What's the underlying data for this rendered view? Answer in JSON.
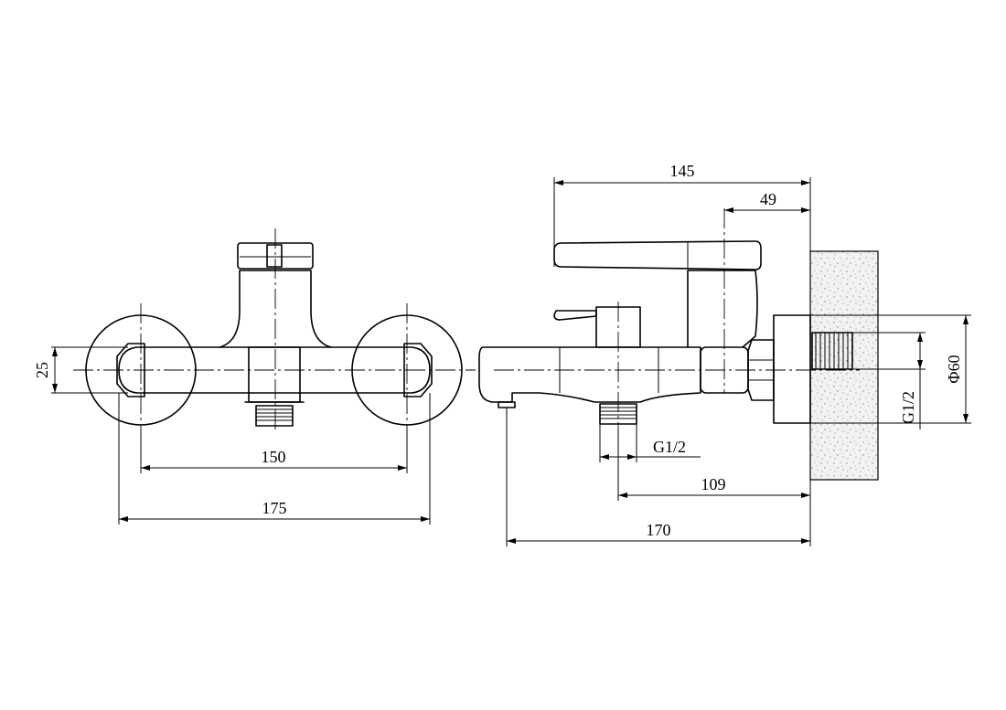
{
  "dimensions": {
    "front_height": "25",
    "front_centers": "150",
    "front_width": "175",
    "side_handle_reach": "145",
    "side_handle_offset": "49",
    "side_inlet_thread": "G1/2",
    "side_diverter_distance": "109",
    "side_total_depth": "170",
    "side_flange_diameter": "Φ60",
    "side_wall_thread": "G1/2"
  }
}
